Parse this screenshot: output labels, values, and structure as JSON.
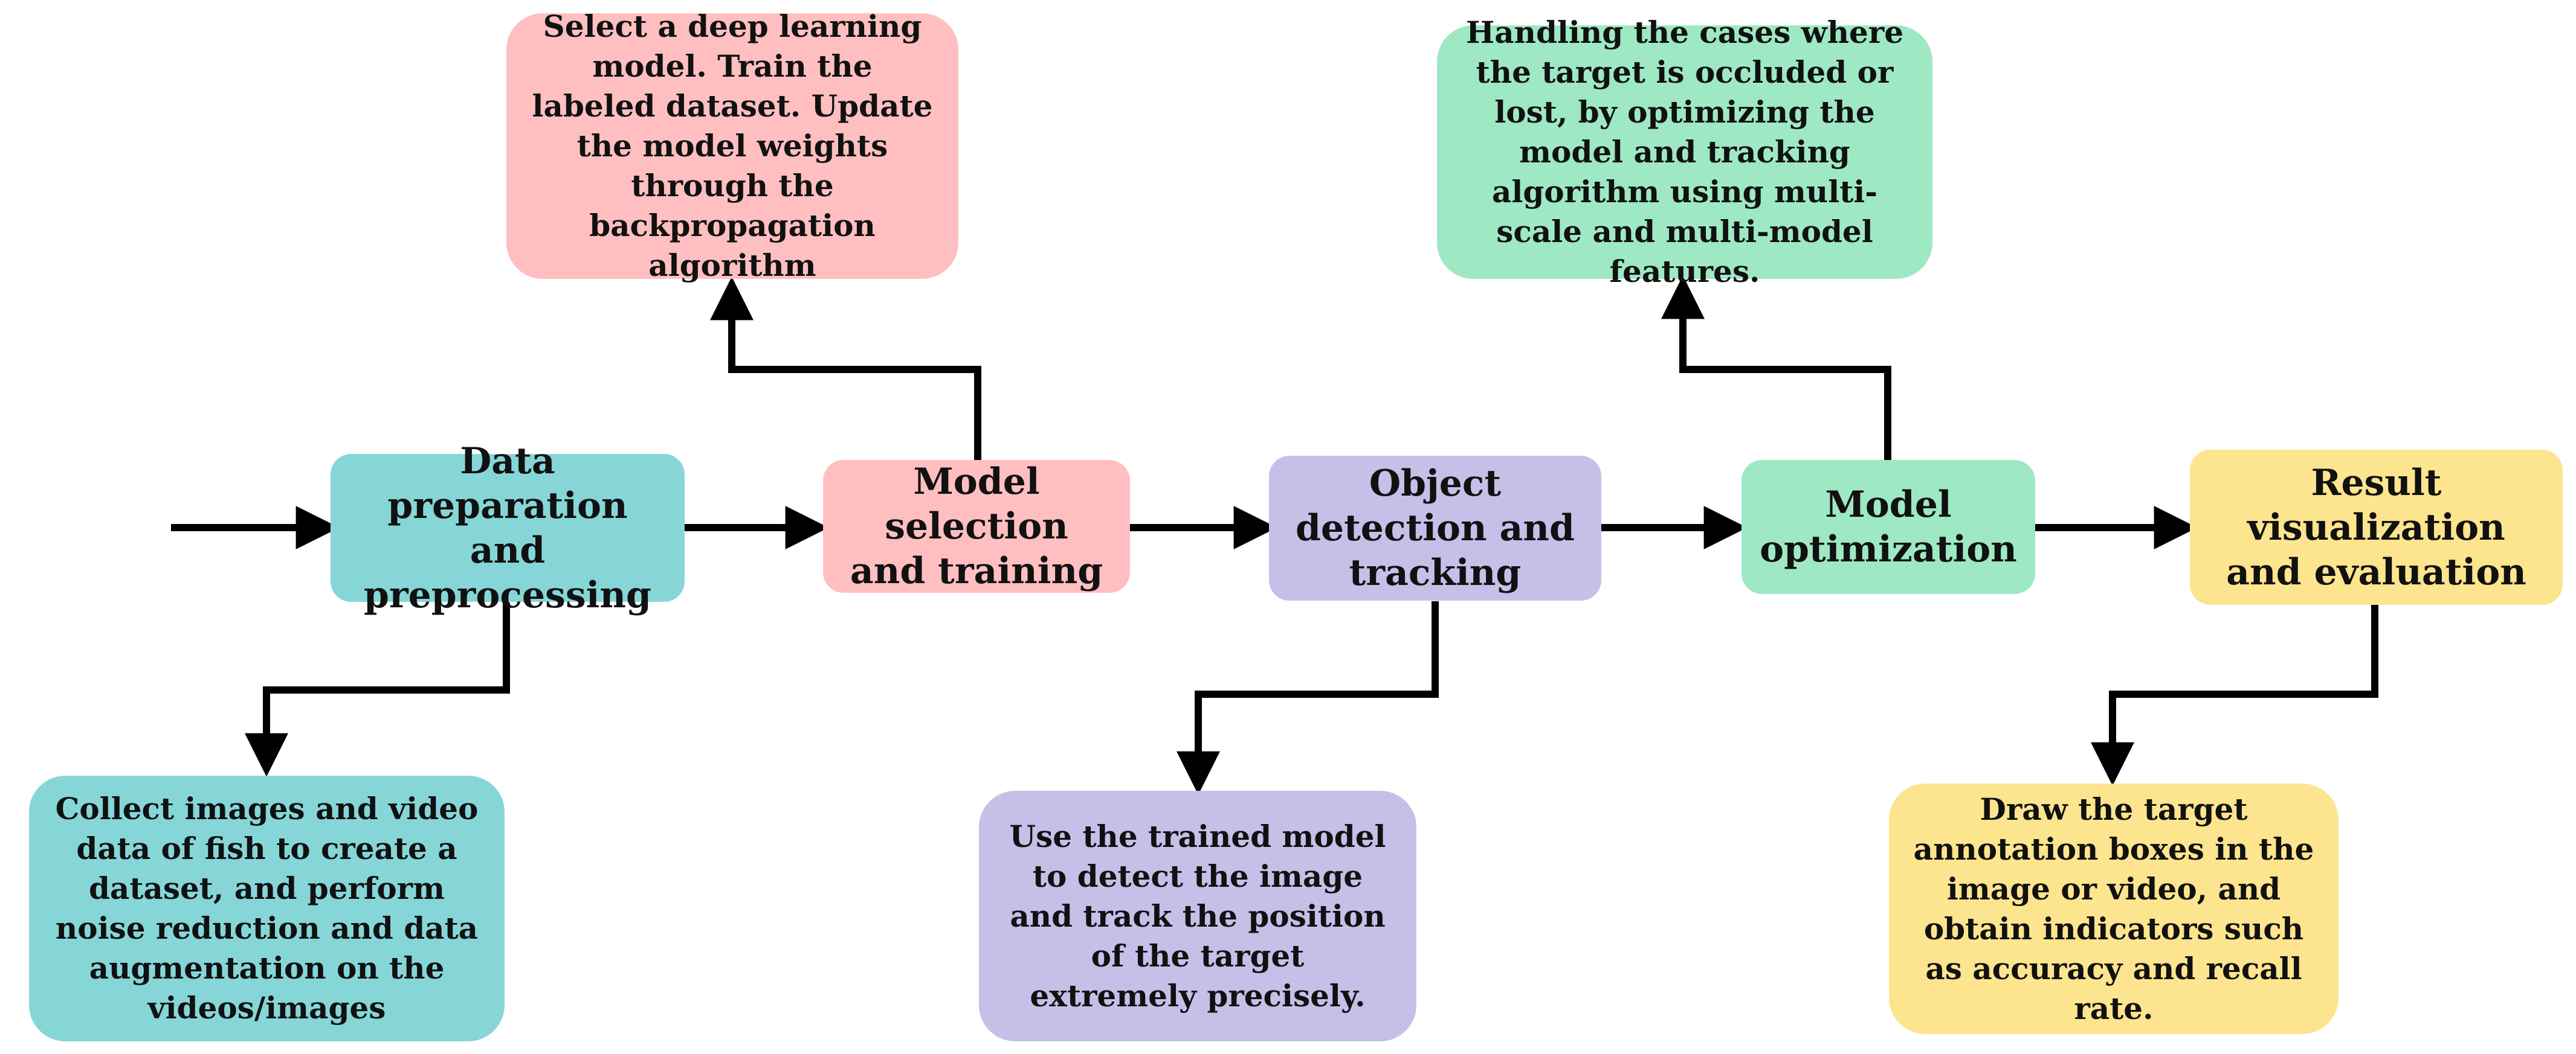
{
  "colors": {
    "teal": "#86d6d8",
    "pink": "#ffbfc0",
    "lavender": "#c5c0e8",
    "mint": "#9ee8c4",
    "yellow": "#fde48e",
    "arrow": "#000000"
  },
  "nodes": {
    "data_prep": "Data preparation and preprocessing",
    "model_selection": "Model selection and training",
    "object_detection": "Object detection and tracking",
    "model_optimization": "Model optimization",
    "result_visualization": "Result visualization and evaluation"
  },
  "notes": {
    "data_prep": "Collect images and video data of fish to create a dataset, and perform noise reduction and data augmentation on the videos/images",
    "model_selection": "Select a deep learning model. Train the labeled dataset. Update the model weights through the backpropagation algorithm",
    "object_detection": "Use the trained model to detect the image and track the position of the target extremely precisely.",
    "model_optimization": "Handling the cases where the target is occluded or lost, by optimizing the model and tracking algorithm using multi-scale and multi-model features.",
    "result_visualization": "Draw the target annotation boxes in the image or video, and obtain indicators such as accuracy and recall rate."
  }
}
